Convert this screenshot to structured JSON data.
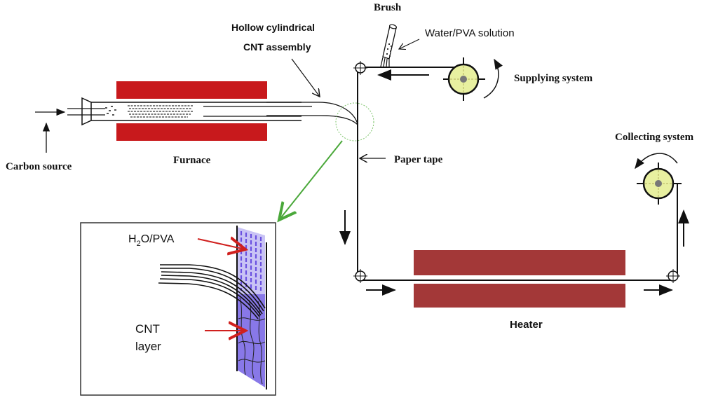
{
  "labels": {
    "carbon_source": "Carbon source",
    "furnace": "Furnace",
    "hollow_line1": "Hollow cylindrical",
    "hollow_line2": "CNT assembly",
    "brush": "Brush",
    "water_pva": "Water/PVA solution",
    "supplying": "Supplying system",
    "paper_tape": "Paper tape",
    "collecting": "Collecting system",
    "heater": "Heater",
    "inset_h2o_h": "H",
    "inset_h2o_sub": "2",
    "inset_h2o_rest": "O/PVA",
    "inset_cnt_line1": "CNT",
    "inset_cnt_line2": "layer"
  },
  "colors": {
    "furnace": "#c8191c",
    "heater": "#a33838",
    "roller_fill": "#e8f0a0",
    "roller_hub": "#777777",
    "zoom_arrow": "#4aa83a",
    "inset_arrow": "#d0201e",
    "pva_layer": "#c9c3f5",
    "cnt_layer": "#8878e8"
  }
}
